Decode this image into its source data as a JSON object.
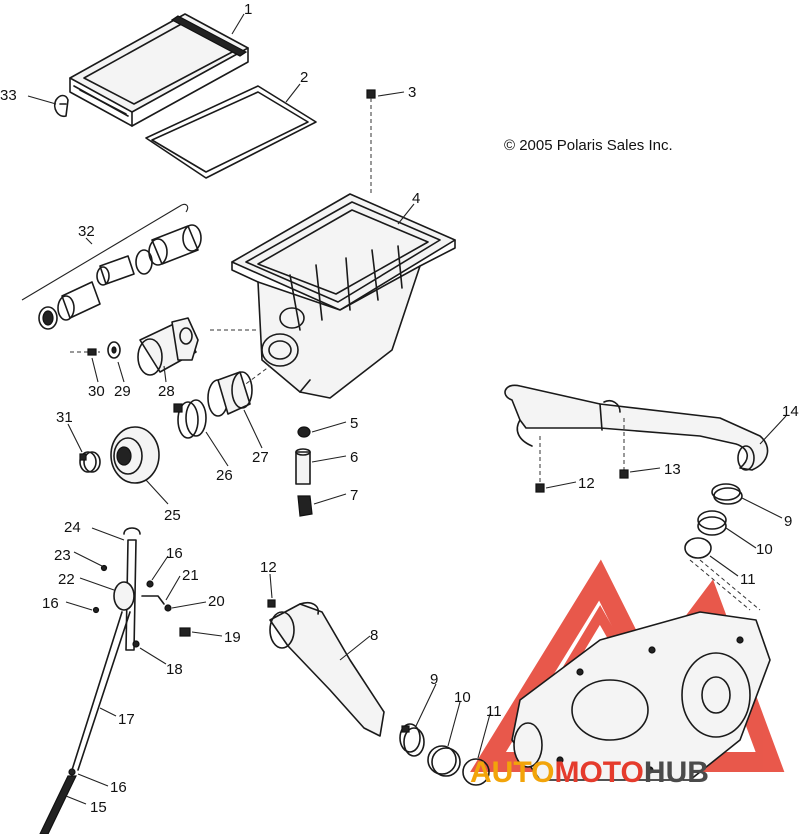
{
  "copyright": "© 2005 Polaris Sales Inc.",
  "watermark": {
    "part1": "AUTO",
    "part2": "MOTO",
    "part3": "HUB",
    "colors": {
      "auto": "#f2a40a",
      "moto": "#e53b2c",
      "hub": "#4a4a4a",
      "logo": "#e53b2c"
    }
  },
  "callouts": {
    "c1": "1",
    "c2": "2",
    "c3": "3",
    "c4": "4",
    "c5": "5",
    "c6": "6",
    "c7": "7",
    "c8": "8",
    "c9a": "9",
    "c9b": "9",
    "c10a": "10",
    "c10b": "10",
    "c11a": "11",
    "c11b": "11",
    "c12a": "12",
    "c12b": "12",
    "c13": "13",
    "c14": "14",
    "c15": "15",
    "c16a": "16",
    "c16b": "16",
    "c16c": "16",
    "c17": "17",
    "c18": "18",
    "c19": "19",
    "c20": "20",
    "c21": "21",
    "c22": "22",
    "c23": "23",
    "c24": "24",
    "c25": "25",
    "c26": "26",
    "c27": "27",
    "c28": "28",
    "c29": "29",
    "c30": "30",
    "c31": "31",
    "c32": "32",
    "c33": "33"
  }
}
